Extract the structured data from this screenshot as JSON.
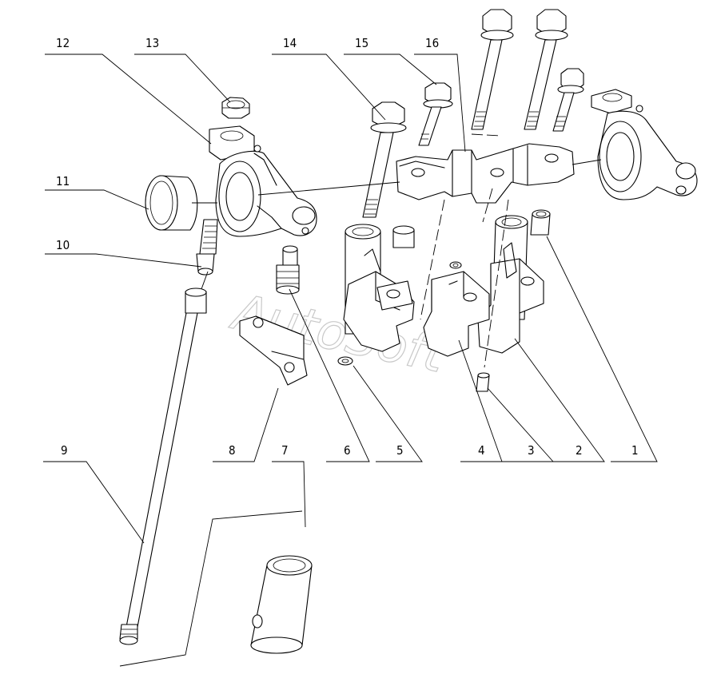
{
  "watermark": "AutoSoft",
  "callouts": [
    "1",
    "2",
    "3",
    "4",
    "5",
    "6",
    "7",
    "8",
    "9",
    "10",
    "11",
    "12",
    "13",
    "14",
    "15",
    "16"
  ],
  "colors": {
    "line": "#000000",
    "background": "#ffffff",
    "watermark": "#c9c9c9"
  }
}
